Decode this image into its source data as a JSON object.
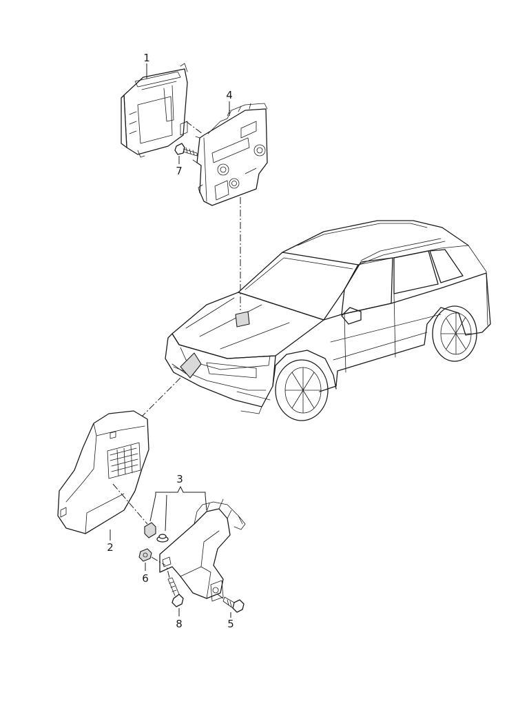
{
  "callouts": {
    "c1": "1",
    "c2": "2",
    "c3": "3",
    "c4": "4",
    "c5": "5",
    "c6": "6",
    "c7": "7",
    "c8": "8"
  },
  "colors": {
    "line": "#1a1a1a",
    "background": "#ffffff",
    "highlight": "#d9d9d9"
  }
}
